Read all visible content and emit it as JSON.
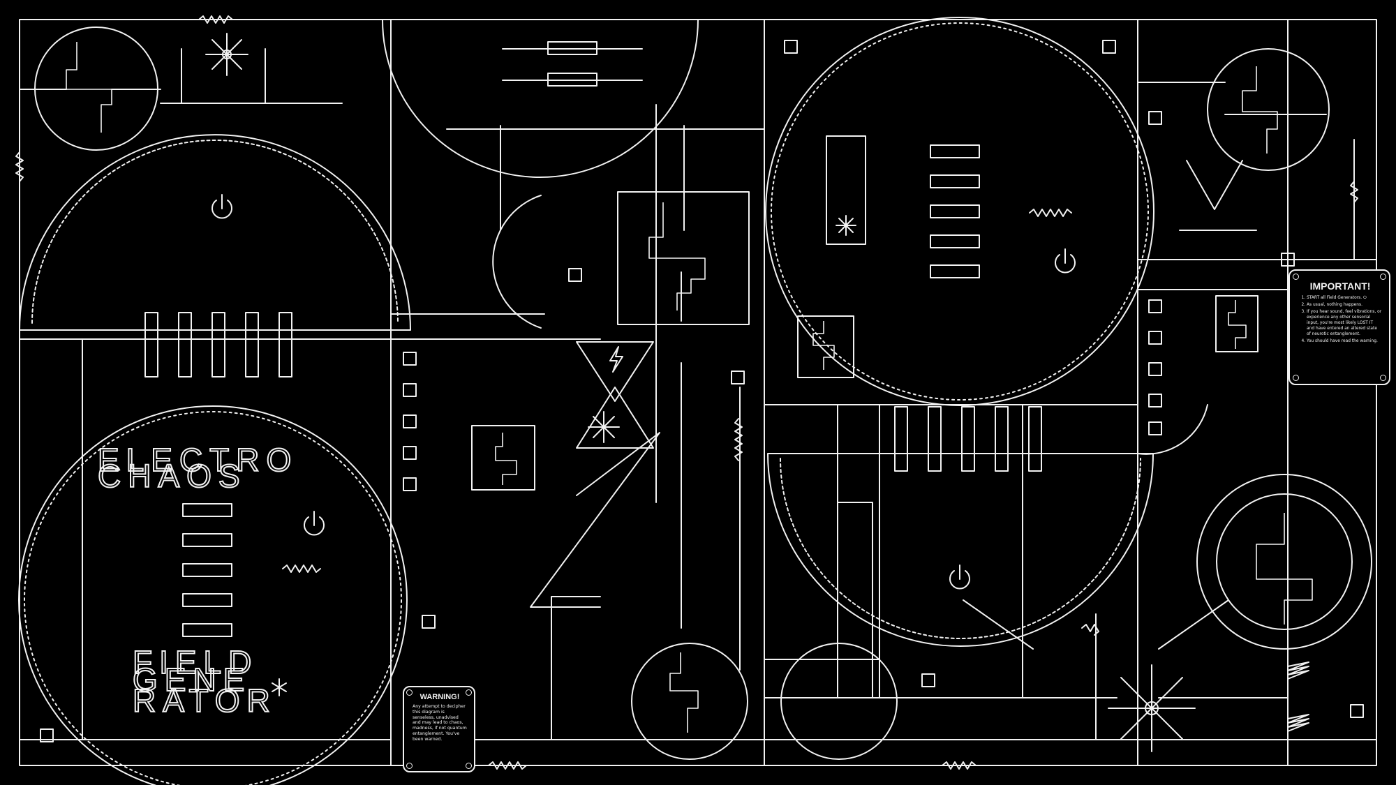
{
  "title": {
    "line1": "ELECTRO",
    "line2": "CHAOS",
    "line3": "FIELD",
    "line4": "GENE",
    "line5": "RATOR"
  },
  "warning": {
    "heading": "WARNING!",
    "body": "Any attempt to decipher this diagram is senseless, unadvised and may lead to chaos, madness, if not quantum entanglement. You've been warned."
  },
  "important": {
    "heading": "IMPORTANT!",
    "items": [
      "START all Field Generators. ⏻",
      "As usual, nothing happens.",
      "If you hear sound, feel vibrations, or experience any other sensorial input, you're most likely LOST IT and have entered an altered state of neurotic entanglement.",
      "You should have read the warning."
    ]
  },
  "icons": [
    "power-icon",
    "chaos-star-icon",
    "snowflake-icon",
    "lightning-icon",
    "asterisk-icon"
  ],
  "colors": {
    "background": "#000000",
    "line": "#f2f2f2"
  }
}
